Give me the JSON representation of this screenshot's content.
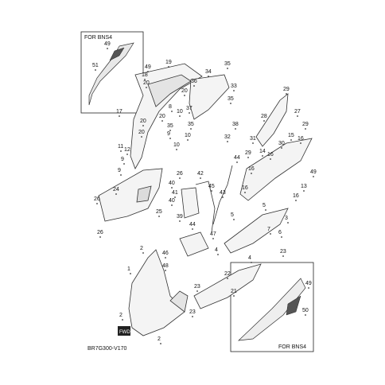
{
  "inset_top": {
    "title": "FOR BNS4",
    "parts": [
      "49",
      "51"
    ]
  },
  "inset_bottom": {
    "title": "FOR BNS4",
    "parts": [
      "49",
      "50"
    ]
  },
  "diagram_code": "BR7G300-V170",
  "front_mark": "FWD",
  "callouts": [
    {
      "id": "c49a",
      "text": "49"
    },
    {
      "id": "c51",
      "text": "51"
    },
    {
      "id": "c19",
      "text": "19"
    },
    {
      "id": "c49b",
      "text": "49"
    },
    {
      "id": "c18",
      "text": "18"
    },
    {
      "id": "c20a",
      "text": "20"
    },
    {
      "id": "c34",
      "text": "34"
    },
    {
      "id": "c35a",
      "text": "35"
    },
    {
      "id": "c36",
      "text": "36"
    },
    {
      "id": "c20b",
      "text": "20"
    },
    {
      "id": "c33",
      "text": "33"
    },
    {
      "id": "c35b",
      "text": "35"
    },
    {
      "id": "c37",
      "text": "37"
    },
    {
      "id": "c8",
      "text": "8"
    },
    {
      "id": "c17",
      "text": "17"
    },
    {
      "id": "c20c",
      "text": "20"
    },
    {
      "id": "c10a",
      "text": "10"
    },
    {
      "id": "c20d",
      "text": "20"
    },
    {
      "id": "c35c",
      "text": "35"
    },
    {
      "id": "c35d",
      "text": "35"
    },
    {
      "id": "c38",
      "text": "38"
    },
    {
      "id": "c32",
      "text": "32"
    },
    {
      "id": "c20e",
      "text": "20"
    },
    {
      "id": "c9a",
      "text": "9"
    },
    {
      "id": "c10b",
      "text": "10"
    },
    {
      "id": "c10c",
      "text": "10"
    },
    {
      "id": "c11",
      "text": "11"
    },
    {
      "id": "c12",
      "text": "12"
    },
    {
      "id": "c9b",
      "text": "9"
    },
    {
      "id": "c9c",
      "text": "9"
    },
    {
      "id": "c26a",
      "text": "26"
    },
    {
      "id": "c24",
      "text": "24"
    },
    {
      "id": "c26b",
      "text": "26"
    },
    {
      "id": "c25",
      "text": "25"
    },
    {
      "id": "c26c",
      "text": "26"
    },
    {
      "id": "c40a",
      "text": "40"
    },
    {
      "id": "c41",
      "text": "41"
    },
    {
      "id": "c40b",
      "text": "40"
    },
    {
      "id": "c42",
      "text": "42"
    },
    {
      "id": "c44a",
      "text": "44"
    },
    {
      "id": "c45",
      "text": "45"
    },
    {
      "id": "c43",
      "text": "43"
    },
    {
      "id": "c39",
      "text": "39"
    },
    {
      "id": "c44b",
      "text": "44"
    },
    {
      "id": "c47",
      "text": "47"
    },
    {
      "id": "c29a",
      "text": "29"
    },
    {
      "id": "c27",
      "text": "27"
    },
    {
      "id": "c28",
      "text": "28"
    },
    {
      "id": "c29b",
      "text": "29"
    },
    {
      "id": "c31",
      "text": "31"
    },
    {
      "id": "c30",
      "text": "30"
    },
    {
      "id": "c15",
      "text": "15"
    },
    {
      "id": "c16a",
      "text": "16"
    },
    {
      "id": "c14",
      "text": "14"
    },
    {
      "id": "c29c",
      "text": "29"
    },
    {
      "id": "c16b",
      "text": "16"
    },
    {
      "id": "c16c",
      "text": "16"
    },
    {
      "id": "c49c",
      "text": "49"
    },
    {
      "id": "c13",
      "text": "13"
    },
    {
      "id": "c16d",
      "text": "16"
    },
    {
      "id": "c16e",
      "text": "16"
    },
    {
      "id": "c5a",
      "text": "5"
    },
    {
      "id": "c5b",
      "text": "5"
    },
    {
      "id": "c3",
      "text": "3"
    },
    {
      "id": "c7",
      "text": "7"
    },
    {
      "id": "c6",
      "text": "6"
    },
    {
      "id": "c4",
      "text": "4"
    },
    {
      "id": "c2a",
      "text": "2"
    },
    {
      "id": "c46",
      "text": "46"
    },
    {
      "id": "c4b",
      "text": "4"
    },
    {
      "id": "c48",
      "text": "48"
    },
    {
      "id": "c1",
      "text": "1"
    },
    {
      "id": "c22",
      "text": "22"
    },
    {
      "id": "c23a",
      "text": "23"
    },
    {
      "id": "c21",
      "text": "21"
    },
    {
      "id": "c23b",
      "text": "23"
    },
    {
      "id": "c23c",
      "text": "23"
    },
    {
      "id": "c2b",
      "text": "2"
    },
    {
      "id": "c2c",
      "text": "2"
    },
    {
      "id": "c49d",
      "text": "49"
    },
    {
      "id": "c50",
      "text": "50"
    }
  ]
}
